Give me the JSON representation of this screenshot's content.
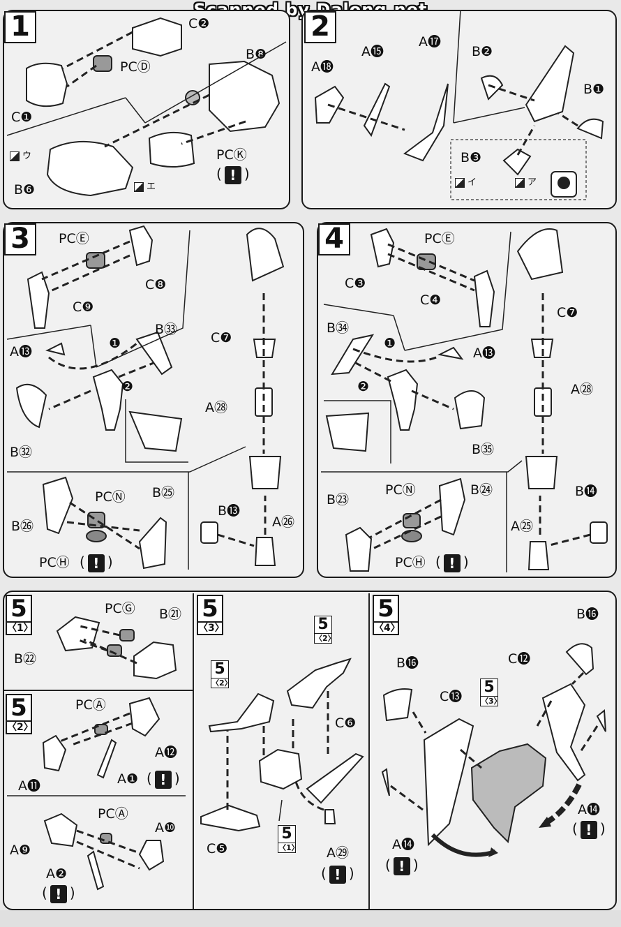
{
  "banner": "Scanned by Dalong.net",
  "steps": {
    "s1": "1",
    "s2": "2",
    "s3": "3",
    "s4": "4",
    "s5": "5",
    "s5_1_sub": "〈1〉",
    "s5_2_sub": "〈2〉",
    "s5_3_sub": "〈3〉",
    "s5_4_sub": "〈4〉"
  },
  "step1": {
    "c2": "C❷",
    "pcd": "PCⒹ",
    "b8": "B❽",
    "c1": "C❶",
    "pck": "PCⓀ",
    "b6": "B❻",
    "cut_u": "ウ",
    "cut_e": "エ"
  },
  "step2": {
    "a18": "A⓲",
    "a15": "A⓯",
    "a17": "A⓱",
    "b2": "B❷",
    "b1": "B❶",
    "b3": "B❸",
    "cut_i": "イ",
    "cut_a": "ア"
  },
  "step3": {
    "pce": "PCⒺ",
    "c8": "C❽",
    "c9": "C❾",
    "a13": "A⓭",
    "b33": "B㉝",
    "b32": "B㉜",
    "c7": "C❼",
    "a28": "A㉘",
    "b26": "B㉖",
    "pcn": "PCⓃ",
    "b25": "B㉕",
    "pch": "PCⒽ",
    "b13": "B⓭",
    "a26": "A㉖",
    "m1": "❶",
    "m2": "❷"
  },
  "step4": {
    "pce": "PCⒺ",
    "c3": "C❸",
    "c4": "C❹",
    "b34": "B㉞",
    "a13": "A⓭",
    "b35": "B㉟",
    "c7": "C❼",
    "a28": "A㉘",
    "b23": "B㉓",
    "pcn": "PCⓃ",
    "b24": "B㉔",
    "pch": "PCⒽ",
    "b14": "B⓮",
    "a25": "A㉕",
    "m1": "❶",
    "m2": "❷"
  },
  "step5_1": {
    "pcg": "PCⒼ",
    "b21": "B㉑",
    "b22": "B㉒"
  },
  "step5_2": {
    "pca": "PCⒶ",
    "a12": "A⓬",
    "a11": "A⓫",
    "a1": "A❶",
    "pca2": "PCⒶ",
    "a9": "A❾",
    "a10": "A❿",
    "a2": "A❷"
  },
  "step5_3": {
    "c6": "C❻",
    "c5": "C❺",
    "a29": "A㉙"
  },
  "step5_4": {
    "b16a": "B⓰",
    "b16b": "B⓰",
    "c13": "C⓭",
    "c12": "C⓬",
    "a14a": "A⓮",
    "a14b": "A⓮"
  },
  "warn_mark": "!"
}
